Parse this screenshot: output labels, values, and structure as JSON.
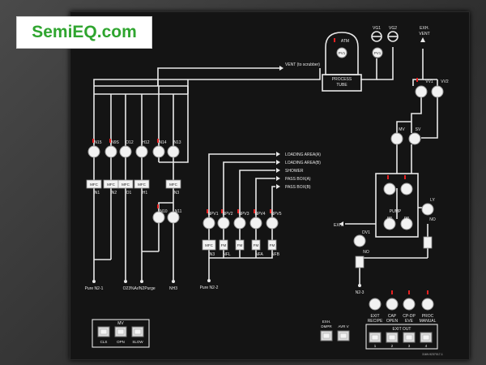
{
  "logo": {
    "text": "SemiEQ.com",
    "color": "#2fa52f"
  },
  "tube": {
    "label": "PROCESS\nTUBE",
    "atm_label": "ATM",
    "valve_label": "PV1"
  },
  "gauges": [
    {
      "label": "VG1"
    },
    {
      "label": "VG2"
    }
  ],
  "exhaust_top": {
    "label": "EXH.\nVENT"
  },
  "vent_line": {
    "label": "VENT (to scrubber)"
  },
  "left_valves": [
    "N15",
    "N9S",
    "O12",
    "H12",
    "N14",
    "N13"
  ],
  "mfc_row": [
    {
      "label": "MFC",
      "sub": "N1"
    },
    {
      "label": "MFC",
      "sub": "N2"
    },
    {
      "label": "MFC",
      "sub": "O1"
    },
    {
      "label": "MFC",
      "sub": "H1"
    },
    {
      "label": "MFC",
      "sub": "N3"
    }
  ],
  "second_valves": [
    "N10",
    "N11"
  ],
  "sources": [
    "Pure N2-1",
    "O2",
    "3%Ar/N2Purge",
    "NH3"
  ],
  "loading_lines": [
    "LOADING AREA(A)",
    "LOADING AREA(B)",
    "SHOWER",
    "PASS BOX(A)",
    "PASS BOX(B)"
  ],
  "npv_valves": [
    "NPV1",
    "NPV2",
    "NPV3",
    "NPV4",
    "NPV5"
  ],
  "npv_boxes": [
    {
      "label": "MFC",
      "sub": "N3"
    },
    {
      "label": "FM",
      "sub": "NFL"
    },
    {
      "label": "FM",
      "sub": ""
    },
    {
      "label": "FM",
      "sub": "NFA"
    },
    {
      "label": "FM",
      "sub": "NFB"
    }
  ],
  "source_n2_2": "Pure N2-2",
  "right_top_valves": [
    "VV1",
    "VV2"
  ],
  "mv_valves": [
    "MV",
    "SV"
  ],
  "pump": {
    "label": "PUMP",
    "valves": [
      "",
      "",
      "BP",
      "DP"
    ]
  },
  "ly": {
    "label": "LY",
    "sub": "NO"
  },
  "exh_label": "EXH.",
  "dv1": {
    "label": "DV1",
    "sub": "NO"
  },
  "n2_3": "N2-3",
  "mode_buttons": [
    {
      "label": "EXIT\nRECIPE"
    },
    {
      "label": "CAP\nOPEN"
    },
    {
      "label": "CP-DP\nEVE"
    },
    {
      "label": "PROC\nMANUAL"
    }
  ],
  "exit_out": {
    "label": "EXIT OUT",
    "numbers": [
      "1",
      "2",
      "3",
      "4"
    ]
  },
  "mv_group": {
    "title": "MV",
    "buttons": [
      "CLS",
      "OPN",
      "SLOW"
    ]
  },
  "center_buttons": {
    "left_label": "EXH.\nDMPR",
    "right_label": "AVR V"
  },
  "panel_id": "3169-9237017-1"
}
